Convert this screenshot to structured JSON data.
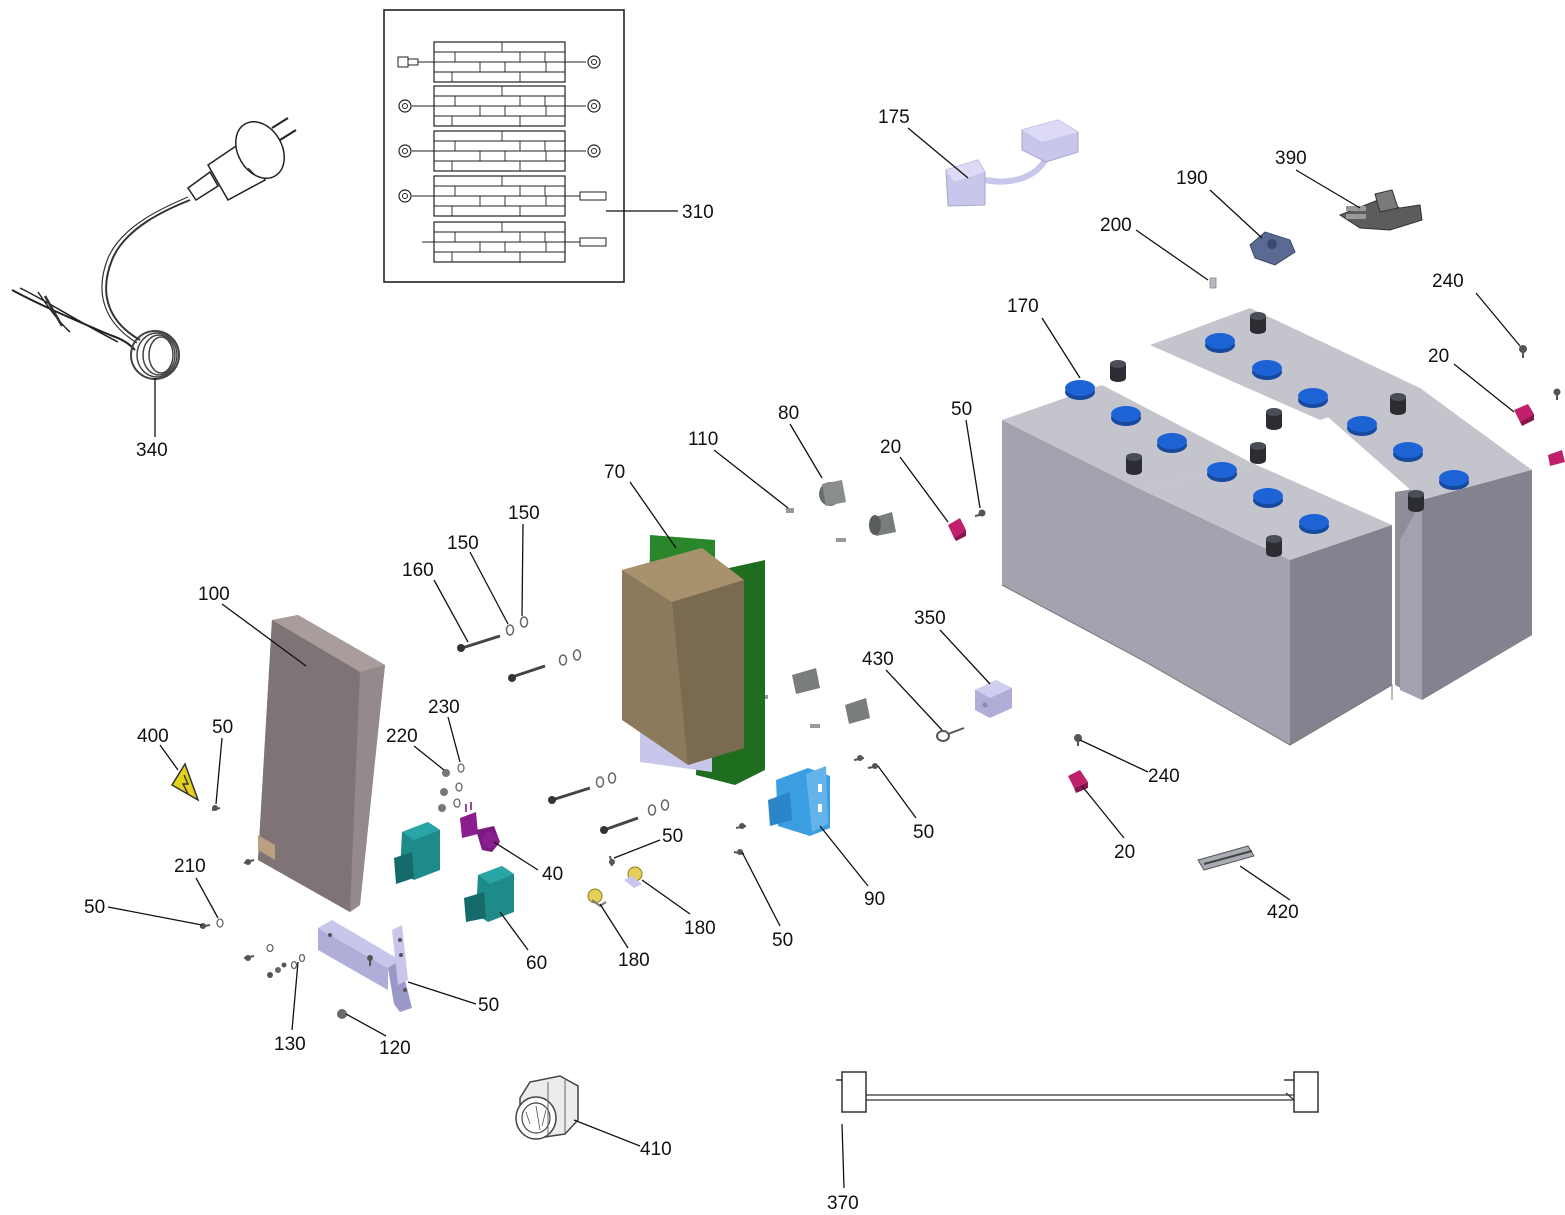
{
  "labels": {
    "l340": "340",
    "l310": "310",
    "l175": "175",
    "l190": "190",
    "l390": "390",
    "l200": "200",
    "l240a": "240",
    "l170": "170",
    "l20a": "20",
    "l110": "110",
    "l80": "80",
    "l20b": "20",
    "l50a": "50",
    "l70": "70",
    "l150a": "150",
    "l150b": "150",
    "l160": "160",
    "l100": "100",
    "l350": "350",
    "l430": "430",
    "l230": "230",
    "l220": "220",
    "l400": "400",
    "l50b": "50",
    "l40": "40",
    "l50c": "50",
    "l240b": "240",
    "l50d": "50",
    "l20c": "20",
    "l210": "210",
    "l50e": "50",
    "l90": "90",
    "l180a": "180",
    "l180b": "180",
    "l60": "60",
    "l420": "420",
    "l50f": "50",
    "l50g": "50",
    "l130": "130",
    "l120": "120",
    "l410": "410",
    "l370": "370"
  },
  "colors": {
    "battery_side": "#a3a3af",
    "battery_top": "#c4c4cc",
    "battery_dark": "#83838f",
    "cap_blue": "#1e63d6",
    "terminal": "#2b2d32",
    "circuit_board": "#1f6e1f",
    "board_cover": "#8c7a5c",
    "housing": "#8f8485",
    "connector_teal": "#1e8a8a",
    "relay_purple": "#8a1e8f",
    "bracket_blue": "#3a9ee0",
    "clip_magenta": "#c0206b",
    "cable_block": "#c8c6ea",
    "warning_yellow": "#e2d21e"
  },
  "icons": [
    "power-plug-icon",
    "warning-triangle-icon",
    "battery-icon",
    "cable-icon"
  ]
}
